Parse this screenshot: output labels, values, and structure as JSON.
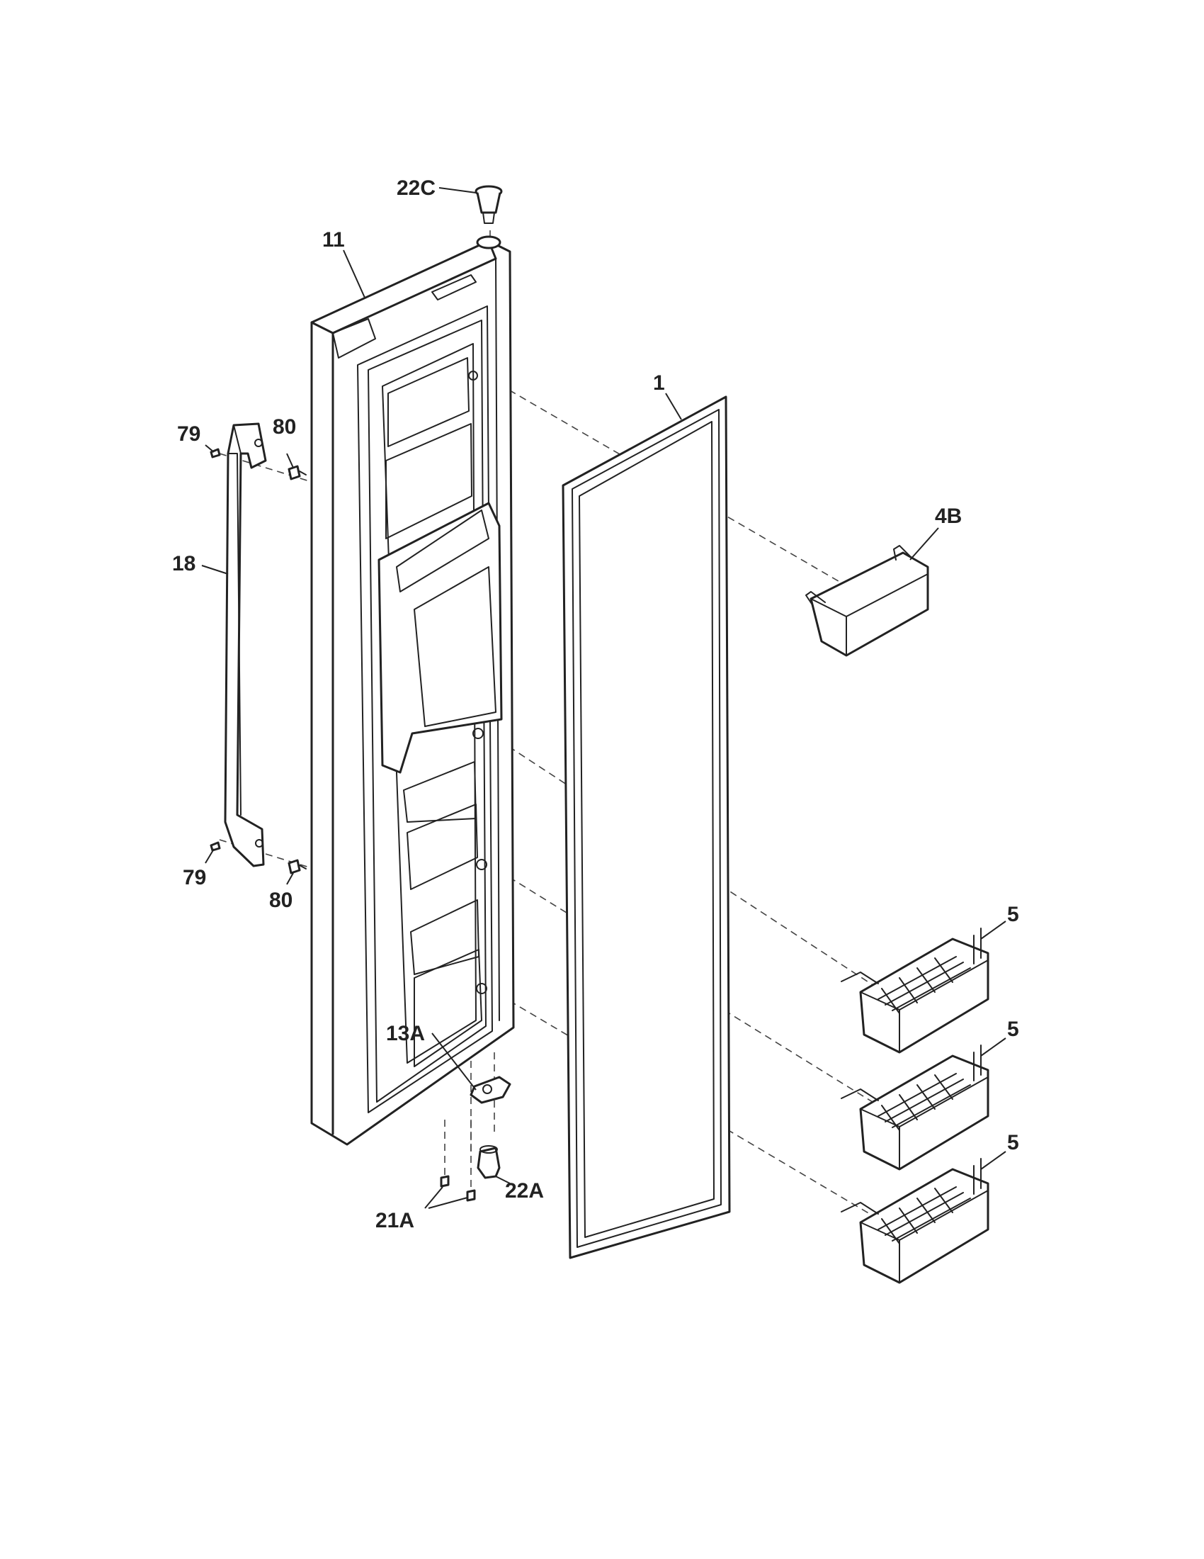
{
  "diagram": {
    "callouts": {
      "c22C": "22C",
      "c11": "11",
      "c1": "1",
      "c4B": "4B",
      "c79_top": "79",
      "c80_top": "80",
      "c18": "18",
      "c79_bottom": "79",
      "c80_bottom": "80",
      "c5_a": "5",
      "c5_b": "5",
      "c5_c": "5",
      "c13A": "13A",
      "c22A": "22A",
      "c21A": "21A"
    }
  }
}
